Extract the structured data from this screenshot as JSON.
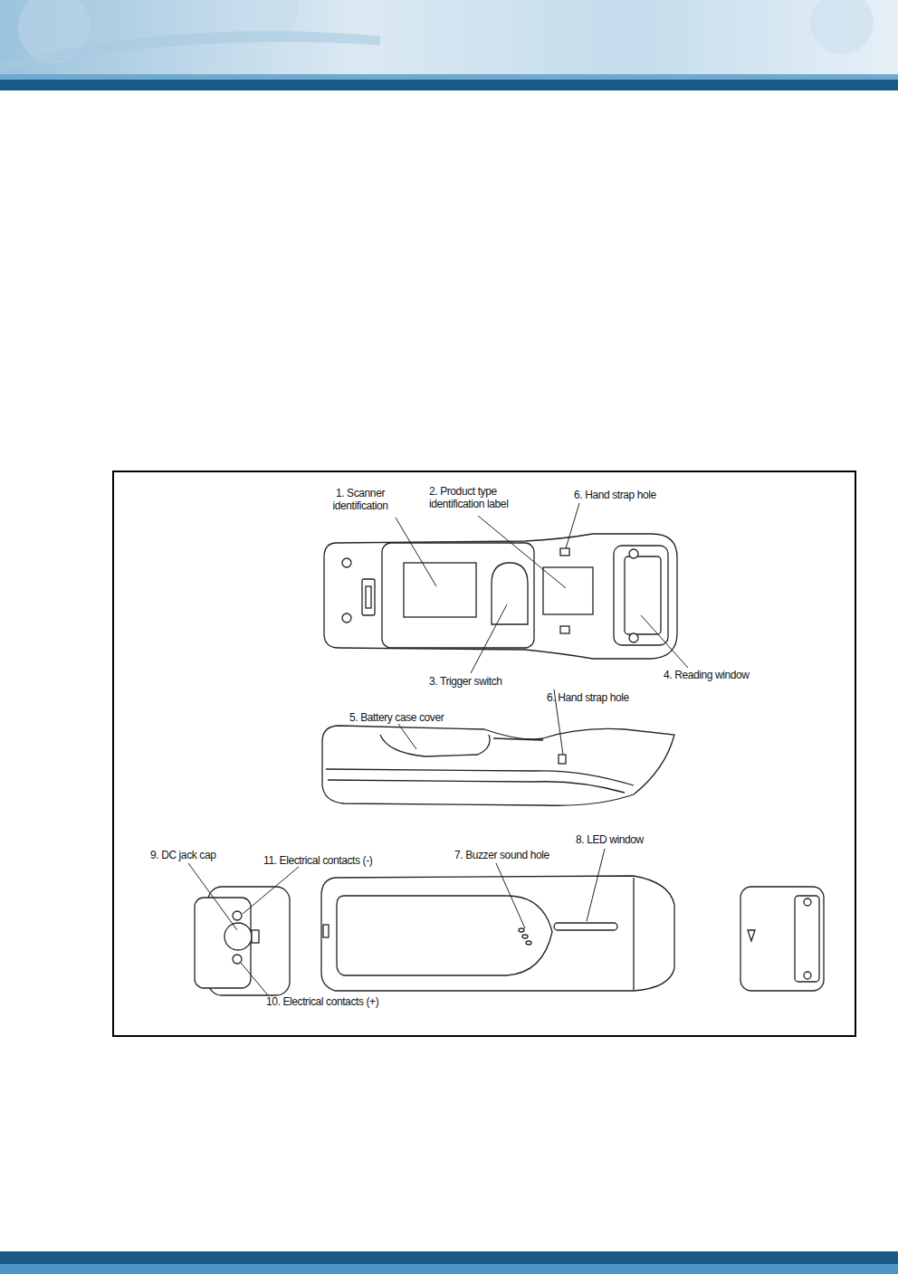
{
  "diagram": {
    "labels": [
      "1. Scanner identification",
      "2. Product type identification label",
      "6. Hand strap hole",
      "3. Trigger switch",
      "6. Hand strap hole",
      "4. Reading window",
      "5. Battery case cover",
      "9. DC jack cap",
      "11. Electrical contacts (-)",
      "7. Buzzer sound hole",
      "8. LED window",
      "10. Electrical contacts (+)"
    ]
  }
}
